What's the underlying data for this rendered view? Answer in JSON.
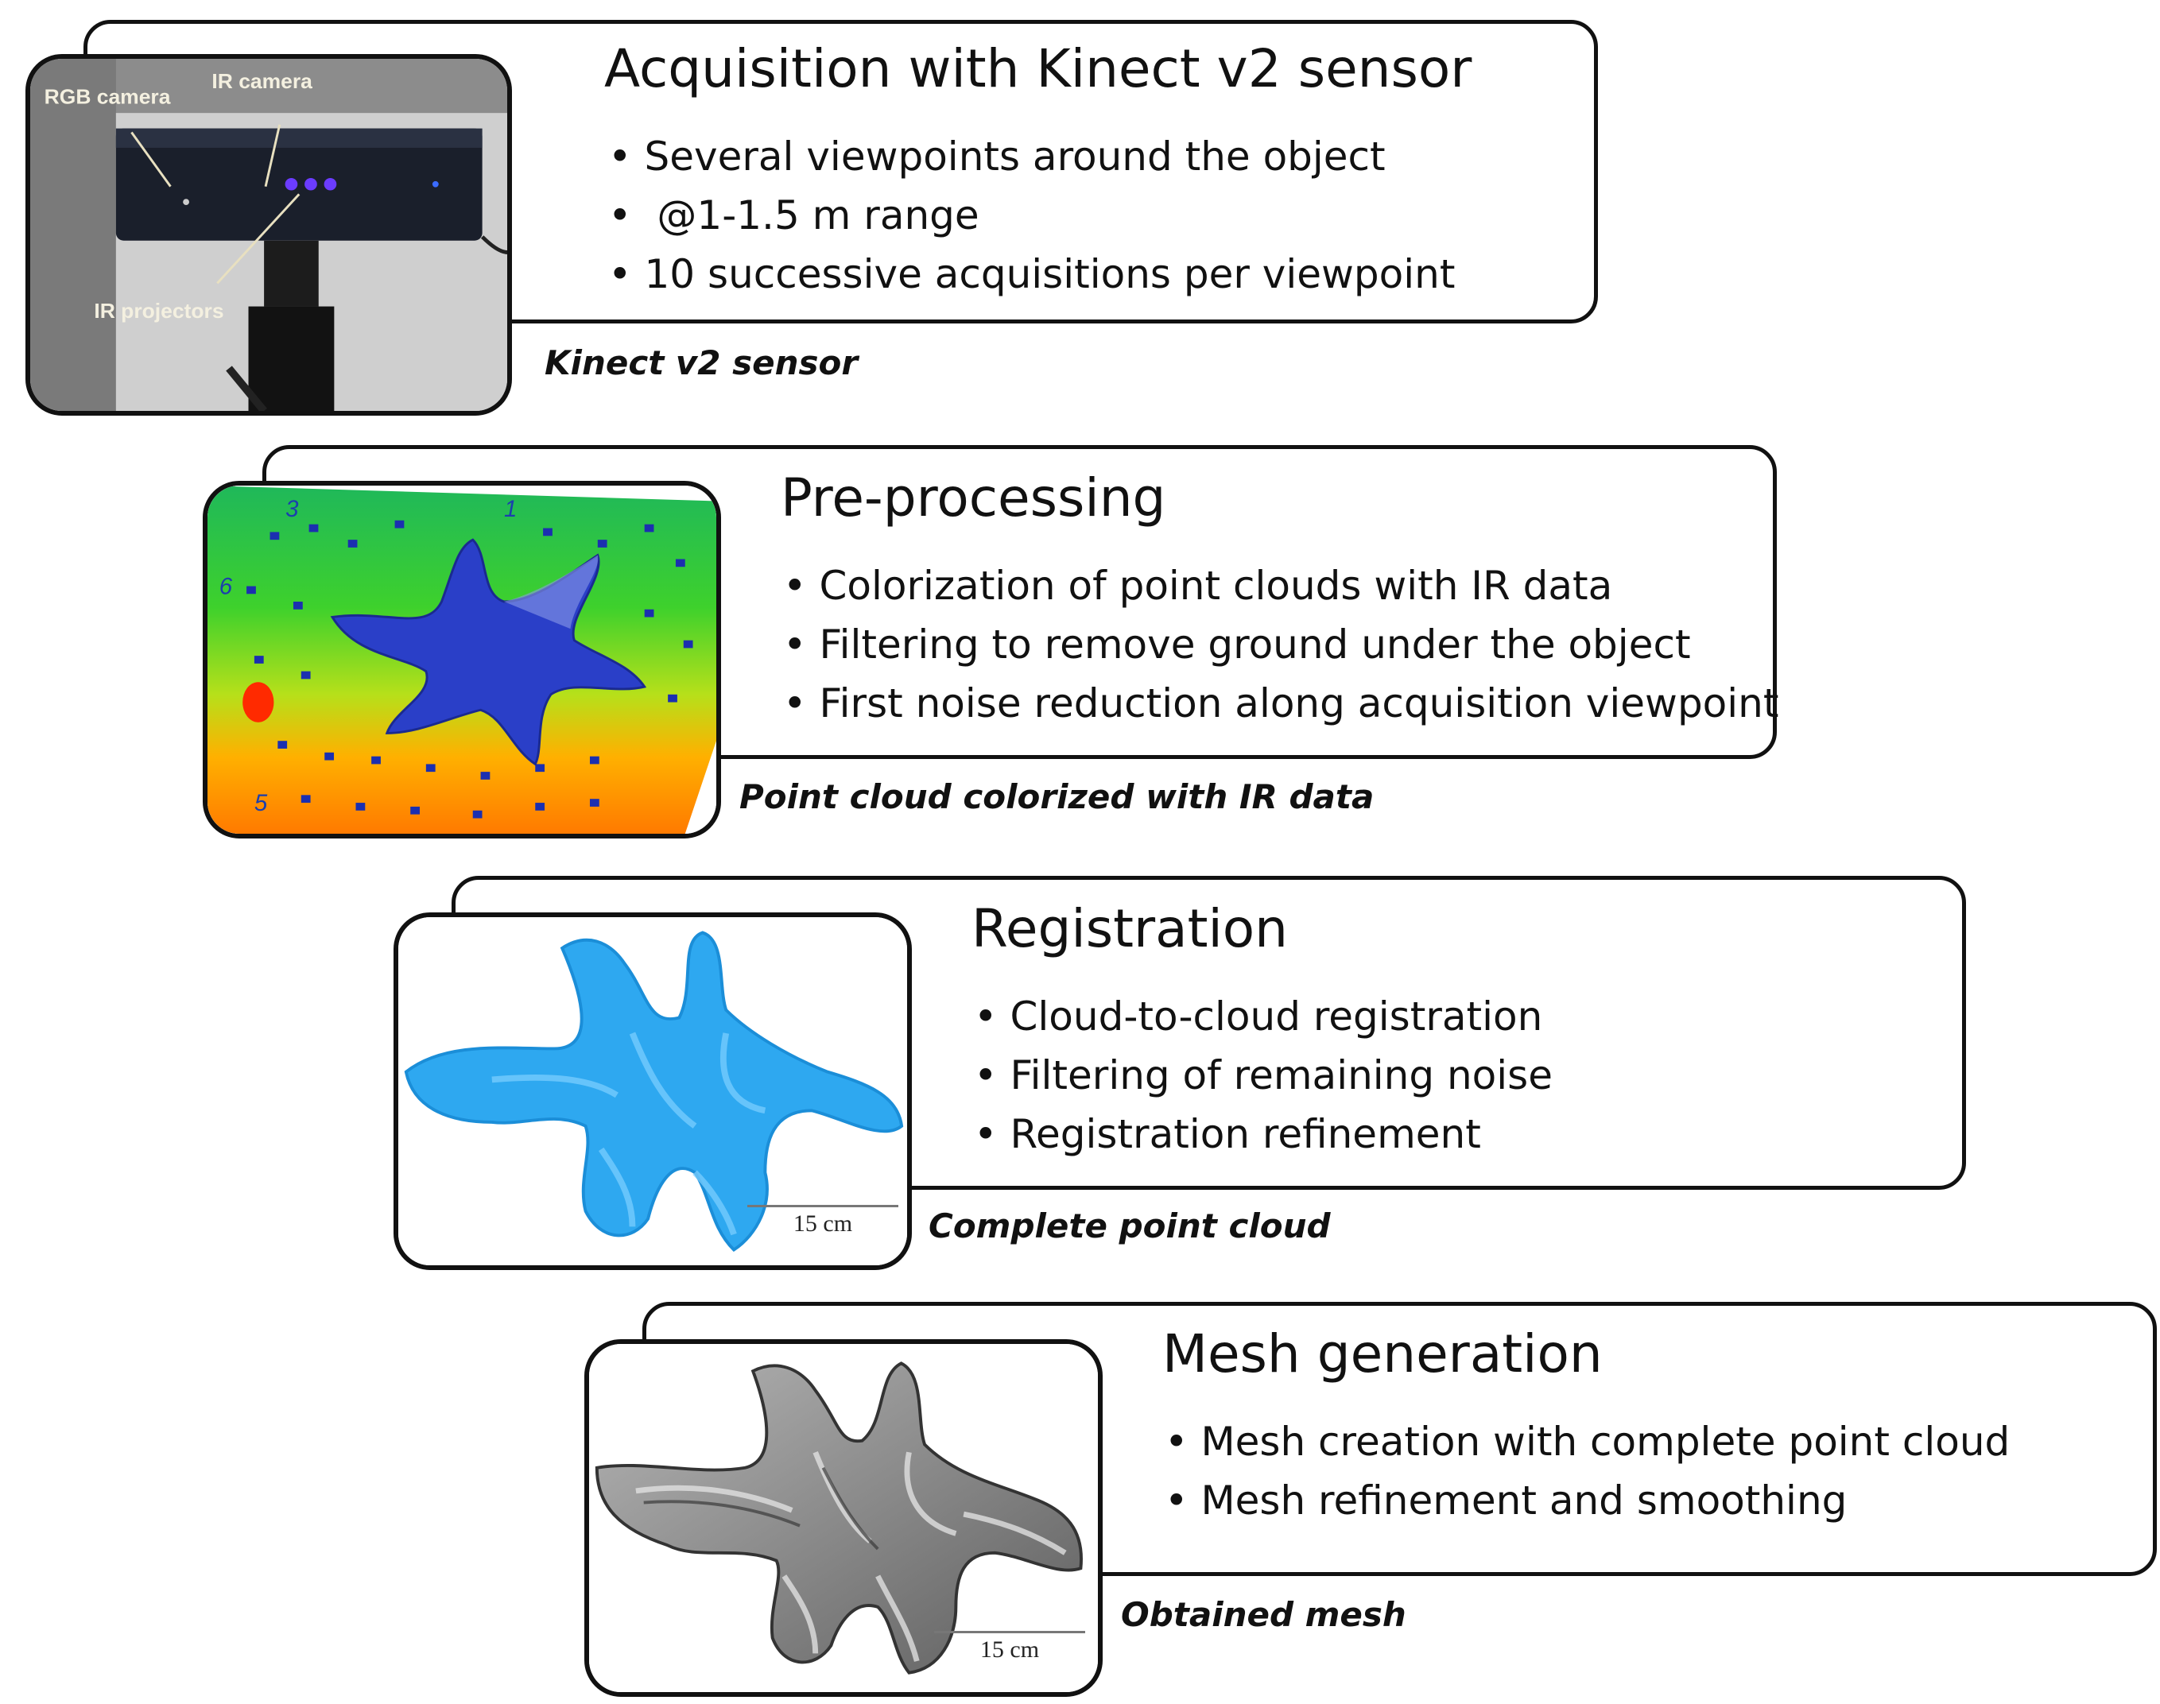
{
  "stages": [
    {
      "title": "Acquisition with Kinect v2 sensor",
      "bullets": [
        "Several viewpoints around the object",
        " @1-1.5 m range",
        "10 successive acquisitions per viewpoint"
      ],
      "caption": "Kinect v2 sensor",
      "image_labels": {
        "rgb": "RGB camera",
        "ir_camera": "IR camera",
        "ir_projectors": "IR projectors"
      }
    },
    {
      "title": "Pre-processing",
      "bullets": [
        "Colorization of point clouds with IR data",
        "Filtering to remove ground under the object",
        "First noise reduction along acquisition viewpoint"
      ],
      "caption": "Point cloud colorized with IR data",
      "image_labels": {
        "n3": "3",
        "n1": "1",
        "n6": "6",
        "n5": "5"
      }
    },
    {
      "title": "Registration",
      "bullets": [
        "Cloud-to-cloud registration",
        "Filtering of remaining noise",
        "Registration refinement"
      ],
      "caption": "Complete point cloud",
      "scale_label": "15 cm"
    },
    {
      "title": "Mesh generation",
      "bullets": [
        "Mesh creation with complete point cloud",
        "Mesh refinement and smoothing"
      ],
      "caption": "Obtained mesh",
      "scale_label": "15 cm"
    }
  ],
  "colors": {
    "point_cloud_blue": "#29a9ef",
    "mesh_gray": "#8e8e8e",
    "ir_green": "#2fd23a",
    "ir_orange": "#ff9a00"
  }
}
